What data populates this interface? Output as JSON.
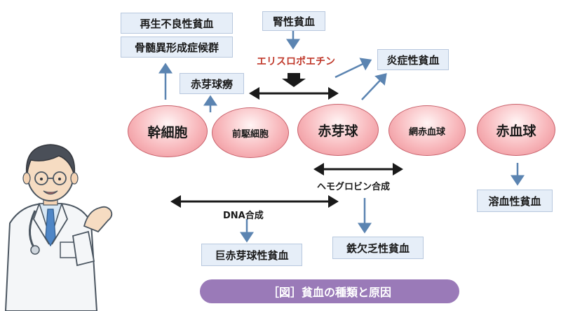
{
  "cells": {
    "stem": "幹細胞",
    "proerythroblast": "前駆細胞",
    "erythroblast": "赤芽球",
    "reticulocyte": "網赤血球",
    "rbc": "赤血球"
  },
  "anemias": {
    "aplastic": "再生不良性貧血",
    "mds": "骨髄異形成症候群",
    "pure_red_cell": "赤芽球癆",
    "renal": "腎性貧血",
    "inflammatory": "炎症性貧血",
    "hemolytic": "溶血性貧血",
    "megaloblastic": "巨赤芽球性貧血",
    "iron_deficiency": "鉄欠乏性貧血"
  },
  "labels": {
    "epo": "エリスロポエチン",
    "hemoglobin": "ヘモグロビン合成",
    "dna": "DNA合成"
  },
  "caption": "［図］貧血の種類と原因",
  "colors": {
    "box_bg": "#e6eef8",
    "arrow_blue": "#5b84b1",
    "epo_red": "#c0392b",
    "cell_pink": "#f8b8bc",
    "caption_bg": "#9a7ab8"
  }
}
